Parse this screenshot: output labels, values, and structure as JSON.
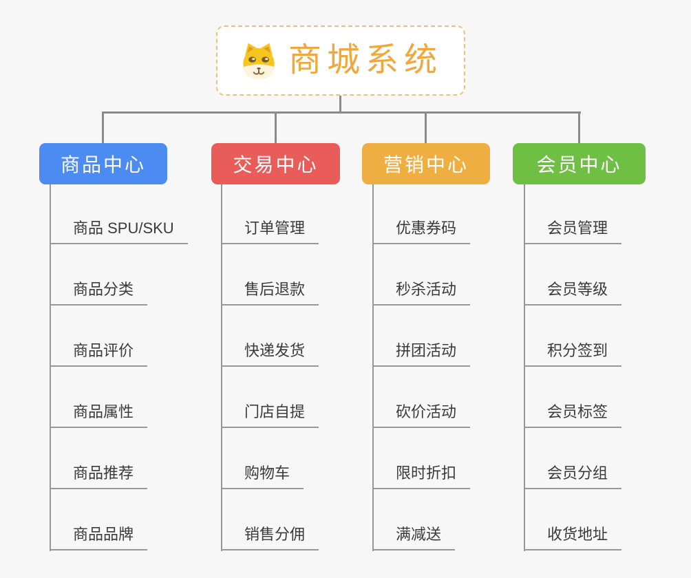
{
  "theme": {
    "page_bg": "#f7f7f7",
    "connector_color": "#8a8a8a",
    "sub_connector_color": "#979797",
    "root_text_color": "#f0a73c",
    "root_border_color": "#f0c078"
  },
  "root": {
    "title": "商城系统",
    "icon": "doge-icon"
  },
  "branches": [
    {
      "label": "商品中心",
      "color": "#4c8bf1",
      "items": [
        "商品 SPU/SKU",
        "商品分类",
        "商品评价",
        "商品属性",
        "商品推荐",
        "商品品牌"
      ]
    },
    {
      "label": "交易中心",
      "color": "#e85d5a",
      "items": [
        "订单管理",
        "售后退款",
        "快递发货",
        "门店自提",
        "购物车",
        "销售分佣"
      ]
    },
    {
      "label": "营销中心",
      "color": "#efae42",
      "items": [
        "优惠券码",
        "秒杀活动",
        "拼团活动",
        "砍价活动",
        "限时折扣",
        "满减送"
      ]
    },
    {
      "label": "会员中心",
      "color": "#6fbf44",
      "items": [
        "会员管理",
        "会员等级",
        "积分签到",
        "会员标签",
        "会员分组",
        "收货地址"
      ]
    }
  ]
}
